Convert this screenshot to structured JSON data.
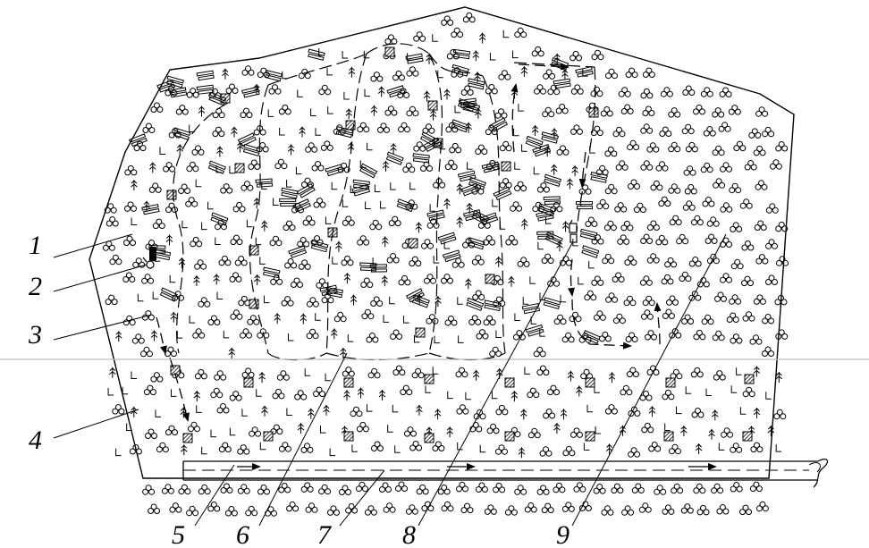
{
  "callouts": [
    {
      "id": "1",
      "text": "1"
    },
    {
      "id": "2",
      "text": "2"
    },
    {
      "id": "3",
      "text": "3"
    },
    {
      "id": "4",
      "text": "4"
    },
    {
      "id": "5",
      "text": "5"
    },
    {
      "id": "6",
      "text": "6"
    },
    {
      "id": "7",
      "text": "7"
    },
    {
      "id": "8",
      "text": "8"
    },
    {
      "id": "9",
      "text": "9"
    }
  ],
  "colors": {
    "ink": "#000000",
    "paper": "#ffffff",
    "divider": "#bdbdbd"
  },
  "symbols": [
    "deciduous-tree-icon",
    "conifer-icon",
    "stump-icon",
    "log-pile-icon",
    "timber-stack-icon",
    "harvester-icon",
    "forwarder-icon"
  ]
}
